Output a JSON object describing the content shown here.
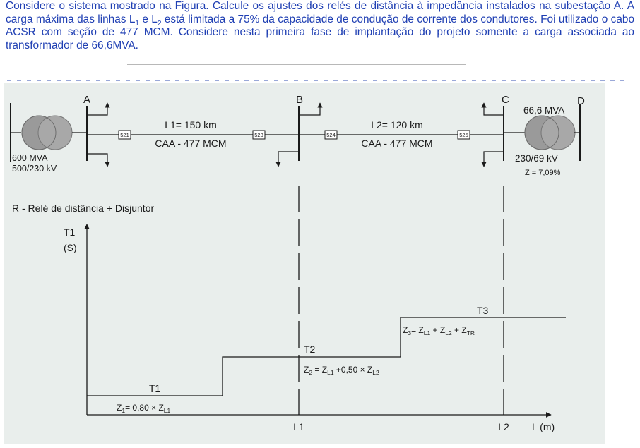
{
  "paragraph": {
    "s1": "Considere o sistema mostrado na Figura. Calcule os ajustes dos relés de distância à impedância instalados na subestação A. A carga máxima das linhas L",
    "sub1": "1",
    "s2": " e L",
    "sub2": "2",
    "s3": " está limitada a 75% da capacidade de condução de corrente dos condutores. Foi utilizado o cabo ACSR com seção de 477 MCM. Considere nesta primeira fase de implantação do projeto somente a carga associada ao transformador de 66,6MVA."
  },
  "figure": {
    "buses": {
      "a": "A",
      "b": "B",
      "c": "C",
      "d": "D"
    },
    "source_transformer": {
      "rating": "600 MVA",
      "voltage": "500/230 kV"
    },
    "load_transformer": {
      "rating": "66,6 MVA",
      "voltage": "230/69 kV",
      "impedance": "Z = 7,09%"
    },
    "relays": [
      "521",
      "523",
      "524",
      "525"
    ],
    "line1": {
      "length": "L1= 150 km",
      "cable": "CAA - 477 MCM"
    },
    "line2": {
      "length": "L2= 120 km",
      "cable": "CAA - 477 MCM"
    },
    "chart_title": "R - Relé de distância + Disjuntor",
    "y_axis": {
      "label": "T1",
      "unit": "(S)"
    },
    "x_axis": {
      "label": "L (m)",
      "ticks": [
        "L1",
        "L2"
      ]
    },
    "zones": [
      {
        "time_label": "T1",
        "formula": "Z",
        "sub": "1",
        "rest": "= 0,80 × Z",
        "sub2": "L1"
      },
      {
        "time_label": "T2",
        "formula": "Z",
        "sub": "2",
        "rest": " = Z",
        "sub2": "L1",
        "rest2": " +0,50 × Z",
        "sub3": "L2"
      },
      {
        "time_label": "T3",
        "formula": "Z",
        "sub": "3",
        "rest": "= Z",
        "sub2": "L1",
        "rest2": " + Z",
        "sub3": "L2",
        "rest3": " + Z",
        "sub4": "TR"
      }
    ]
  }
}
